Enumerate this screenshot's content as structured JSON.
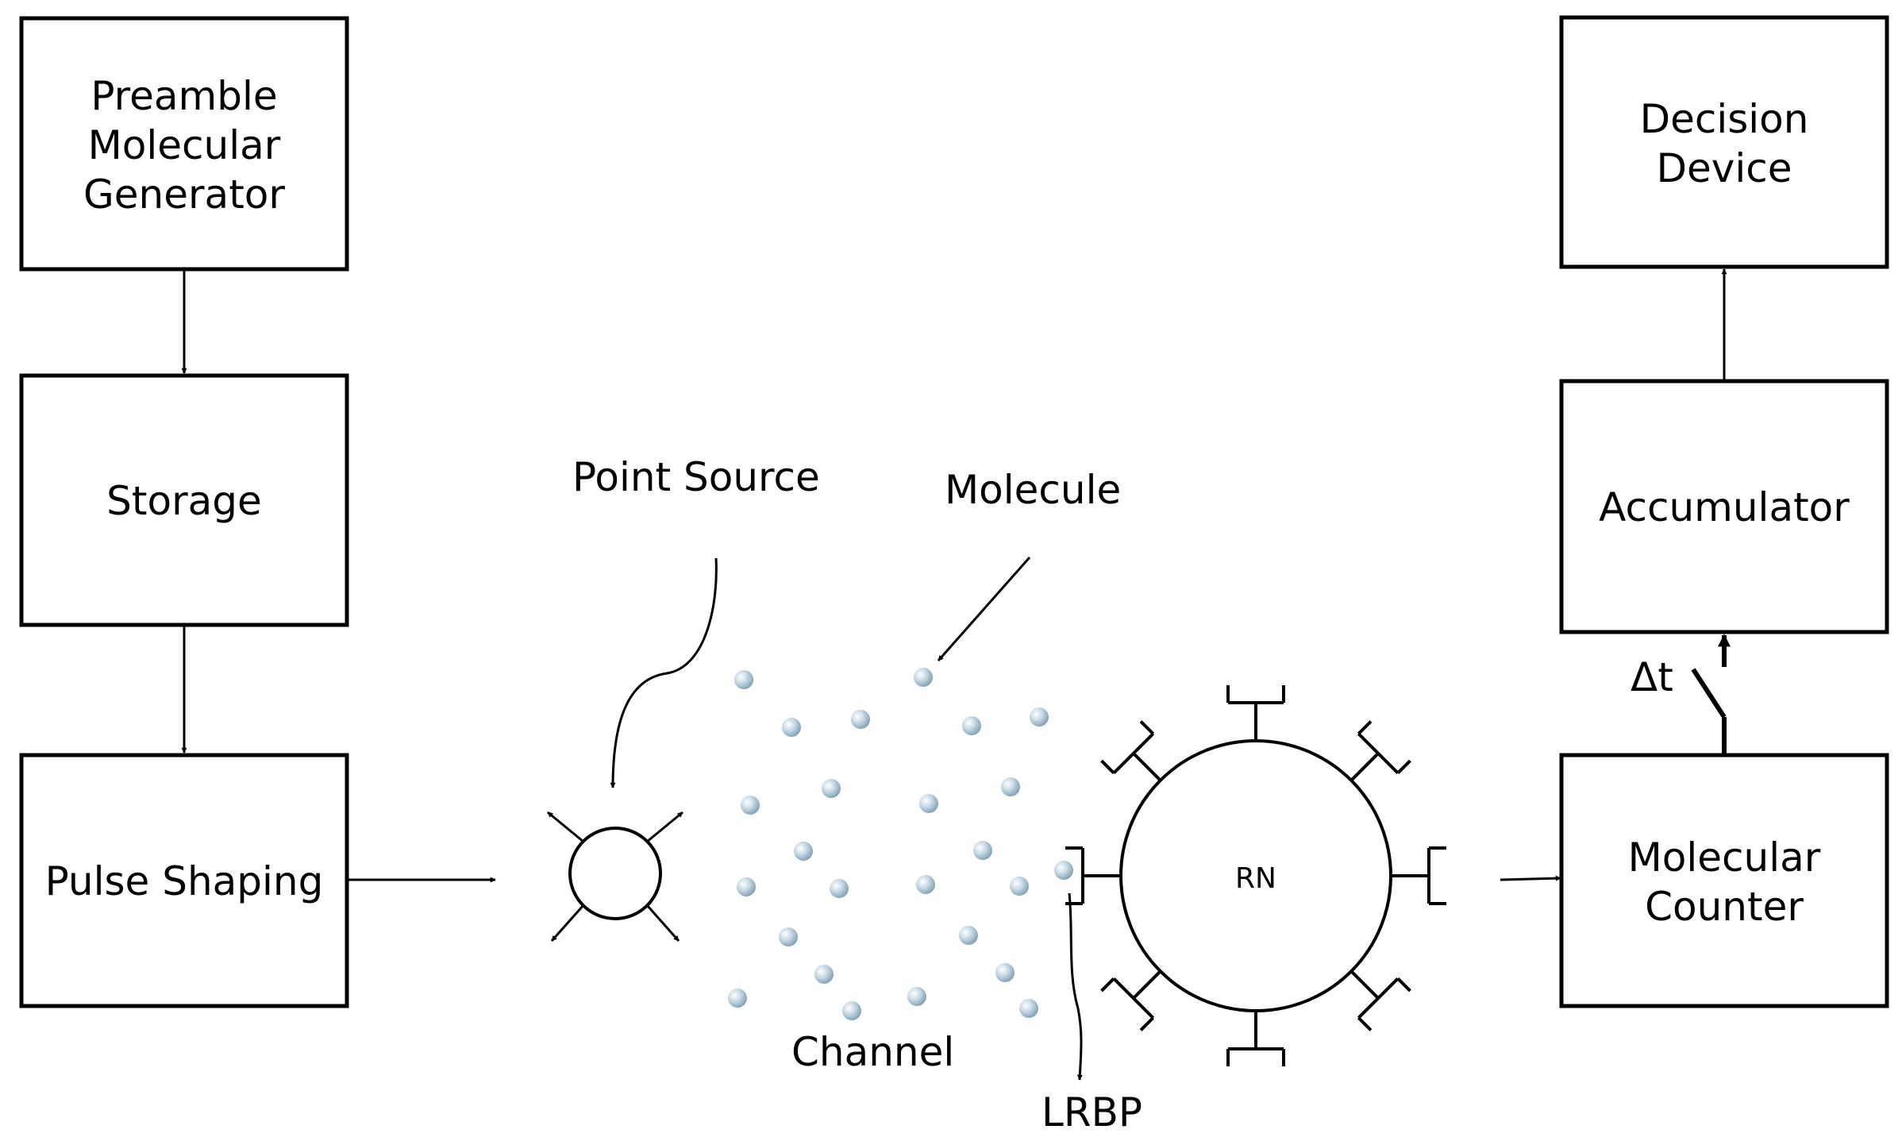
{
  "blocks": {
    "preamble_generator": [
      "Preamble",
      "Molecular",
      "Generator"
    ],
    "storage": "Storage",
    "pulse_shaping": "Pulse Shaping",
    "decision_device": [
      "Decision",
      "Device"
    ],
    "accumulator": "Accumulator",
    "molecular_counter": [
      "Molecular",
      "Counter"
    ]
  },
  "annotations": {
    "point_source": "Point Source",
    "molecule": "Molecule",
    "channel": "Channel",
    "lrbp": "LRBP",
    "receiver_node": "RN",
    "sampling_interval": "Δt"
  },
  "colors": {
    "stroke": "#000000",
    "molecule_fill": "#a9c6d6",
    "molecule_highlight": "#ffffff"
  }
}
